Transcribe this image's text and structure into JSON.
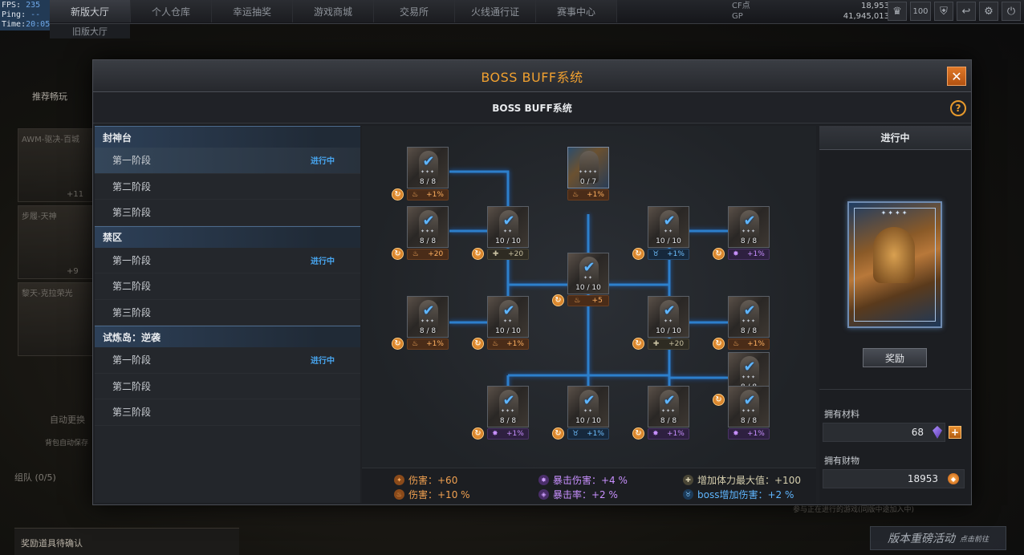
{
  "debug": {
    "fps_label": "FPS:",
    "fps_value": "235",
    "ping_label": "Ping:",
    "ping_value": "--",
    "time_label": "Time:",
    "time_value": "20:05"
  },
  "nav": {
    "tabs": [
      "新版大厅",
      "个人仓库",
      "幸运抽奖",
      "游戏商城",
      "交易所",
      "火线通行证",
      "赛事中心"
    ],
    "sub": "旧版大厅"
  },
  "currency": {
    "cf_label": "CF点",
    "cf_value": "18,953",
    "gp_label": "GP",
    "gp_value": "41,945,013"
  },
  "top_icons": [
    "rank-icon",
    "level-badge",
    "shield-icon",
    "return-icon",
    "gear-icon",
    "power-icon"
  ],
  "level_badge": "100",
  "background": {
    "recommend_label": "推荐畅玩",
    "weapon1": "AWM-驱决-百城",
    "weapon1_level": "+11",
    "weapon2": "步履-天神",
    "weapon2_level": "+9",
    "weapon3": "黎天-克拉荣光",
    "auto_replace": "自动更换",
    "backpack_auto": "背包自动保存",
    "team": "组队 (0/5)",
    "footer": "奖励道具待确认",
    "version_event": "版本重磅活动",
    "version_event_small": "点击前往",
    "notice": "参与正在进行的游戏(同版中途加入中)"
  },
  "modal": {
    "title": "BOSS BUFF系统",
    "subtitle": "BOSS BUFF系统",
    "close_symbol": "✕",
    "help_symbol": "?"
  },
  "stage_groups": [
    {
      "name": "封神台",
      "stages": [
        {
          "label": "第一阶段",
          "status": "进行中",
          "selected": true
        },
        {
          "label": "第二阶段",
          "status": ""
        },
        {
          "label": "第三阶段",
          "status": ""
        }
      ]
    },
    {
      "name": "禁区",
      "stages": [
        {
          "label": "第一阶段",
          "status": "进行中"
        },
        {
          "label": "第二阶段",
          "status": ""
        },
        {
          "label": "第三阶段",
          "status": ""
        }
      ]
    },
    {
      "name": "试炼岛：逆袭",
      "stages": [
        {
          "label": "第一阶段",
          "status": "进行中"
        },
        {
          "label": "第二阶段",
          "status": ""
        },
        {
          "label": "第三阶段",
          "status": ""
        }
      ]
    }
  ],
  "nodes": [
    {
      "id": "n1",
      "count": "8 / 8",
      "stars": "✦✦✦",
      "checked": true,
      "buff": "+1%",
      "buff_type": "orange",
      "refresh": true
    },
    {
      "id": "n2",
      "count": "8 / 8",
      "stars": "✦✦✦",
      "checked": true,
      "buff": "+20",
      "buff_type": "orange",
      "refresh": true
    },
    {
      "id": "n3",
      "count": "10 / 10",
      "stars": "✦✦",
      "checked": true,
      "buff": "+20",
      "buff_type": "olive",
      "refresh": true
    },
    {
      "id": "n4",
      "count": "0 / 7",
      "stars": "✦✦✦✦",
      "checked": false,
      "gold": true,
      "buff": "+1%",
      "buff_type": "orange",
      "refresh": false
    },
    {
      "id": "n5",
      "count": "10 / 10",
      "stars": "✦✦",
      "checked": true,
      "buff": "+5",
      "buff_type": "orange",
      "refresh": true
    },
    {
      "id": "n6",
      "count": "8 / 8",
      "stars": "✦✦✦",
      "checked": true,
      "buff": "+1%",
      "buff_type": "orange",
      "refresh": true
    },
    {
      "id": "n7",
      "count": "10 / 10",
      "stars": "✦✦",
      "checked": true,
      "buff": "+1%",
      "buff_type": "orange",
      "refresh": true
    },
    {
      "id": "n8",
      "count": "8 / 8",
      "stars": "✦✦✦",
      "checked": true,
      "buff": "+1%",
      "buff_type": "purple",
      "refresh": true
    },
    {
      "id": "n9",
      "count": "10 / 10",
      "stars": "✦✦",
      "checked": true,
      "buff": "+1%",
      "buff_type": "blue",
      "refresh": true
    },
    {
      "id": "n10",
      "count": "8 / 8",
      "stars": "✦✦✦",
      "checked": true,
      "buff": "+1%",
      "buff_type": "purple",
      "refresh": true
    },
    {
      "id": "n11",
      "count": "10 / 10",
      "stars": "✦✦",
      "checked": true,
      "buff": "+1%",
      "buff_type": "blue",
      "refresh": true
    },
    {
      "id": "n12",
      "count": "8 / 8",
      "stars": "✦✦✦",
      "checked": true,
      "buff": "+1%",
      "buff_type": "purple",
      "refresh": true
    },
    {
      "id": "n13",
      "count": "10 / 10",
      "stars": "✦✦",
      "checked": true,
      "buff": "+20",
      "buff_type": "olive",
      "refresh": true
    },
    {
      "id": "n14",
      "count": "8 / 8",
      "stars": "✦✦✦",
      "checked": true,
      "buff": "+1%",
      "buff_type": "orange",
      "refresh": true
    },
    {
      "id": "n15",
      "count": "8 / 8",
      "stars": "✦✦✦",
      "checked": true,
      "buff": "+1%",
      "buff_type": "purple",
      "refresh": true
    },
    {
      "id": "n16",
      "count": "8 / 8",
      "stars": "✦✦✦",
      "checked": true,
      "buff": "+1%",
      "buff_type": "purple",
      "refresh": false
    }
  ],
  "summary": {
    "damage_flat": "伤害：+60",
    "damage_pct": "伤害：+10 %",
    "crit_damage": "暴击伤害：+4 %",
    "crit_rate": "暴击率：+2 %",
    "max_hp": "增加体力最大值：+100",
    "boss_damage": "boss增加伤害：+2 %"
  },
  "right_panel": {
    "status": "进行中",
    "card_stars": "✦✦✦✦",
    "reward_button": "奖励",
    "materials_label": "拥有材料",
    "materials_value": "68",
    "wealth_label": "拥有财物",
    "wealth_value": "18953"
  },
  "colors": {
    "accent": "#f0a030",
    "link_blue": "#48a6f0",
    "line_blue": "#2f8fe8"
  }
}
